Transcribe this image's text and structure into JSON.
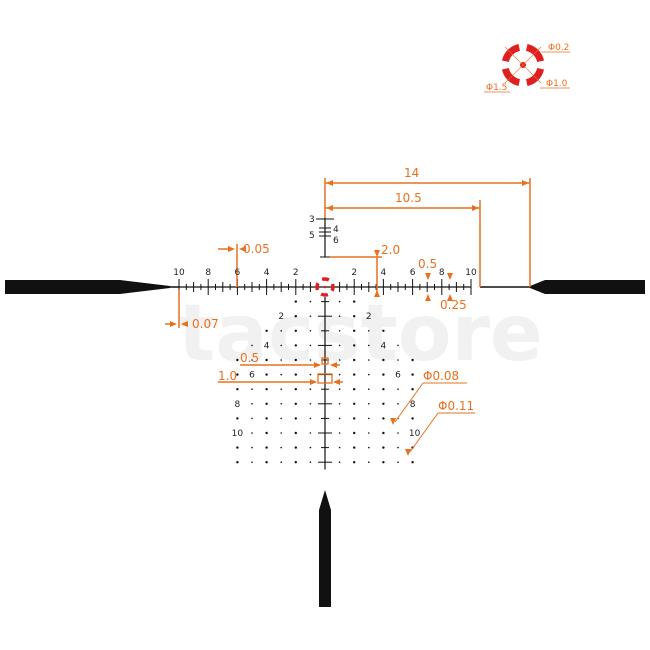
{
  "watermark": "tacstore",
  "colors": {
    "orange": "#e8711e",
    "red": "#e02020",
    "ink": "#111111"
  },
  "horizontal_labels": [
    "10",
    "8",
    "6",
    "4",
    "2",
    "2",
    "4",
    "6",
    "8",
    "10"
  ],
  "vertical_labels": [
    "2",
    "4",
    "6",
    "8",
    "10"
  ],
  "upper_stadia_labels": [
    "3",
    "4",
    "5",
    "6"
  ],
  "dimensions": {
    "d14": "14",
    "d10_5": "10.5",
    "d0_05": "0.05",
    "d0_07": "0.07",
    "d2_0": "2.0",
    "d0_5_right": "0.5",
    "d0_25": "0.25",
    "d0_5_left": "0.5",
    "d1_0": "1.0",
    "dot008": "Φ0.08",
    "dot011": "Φ0.11"
  },
  "center_detail": {
    "inner": "Φ0.2",
    "ring_inner": "Φ1.0",
    "ring_outer": "Φ1.5"
  }
}
